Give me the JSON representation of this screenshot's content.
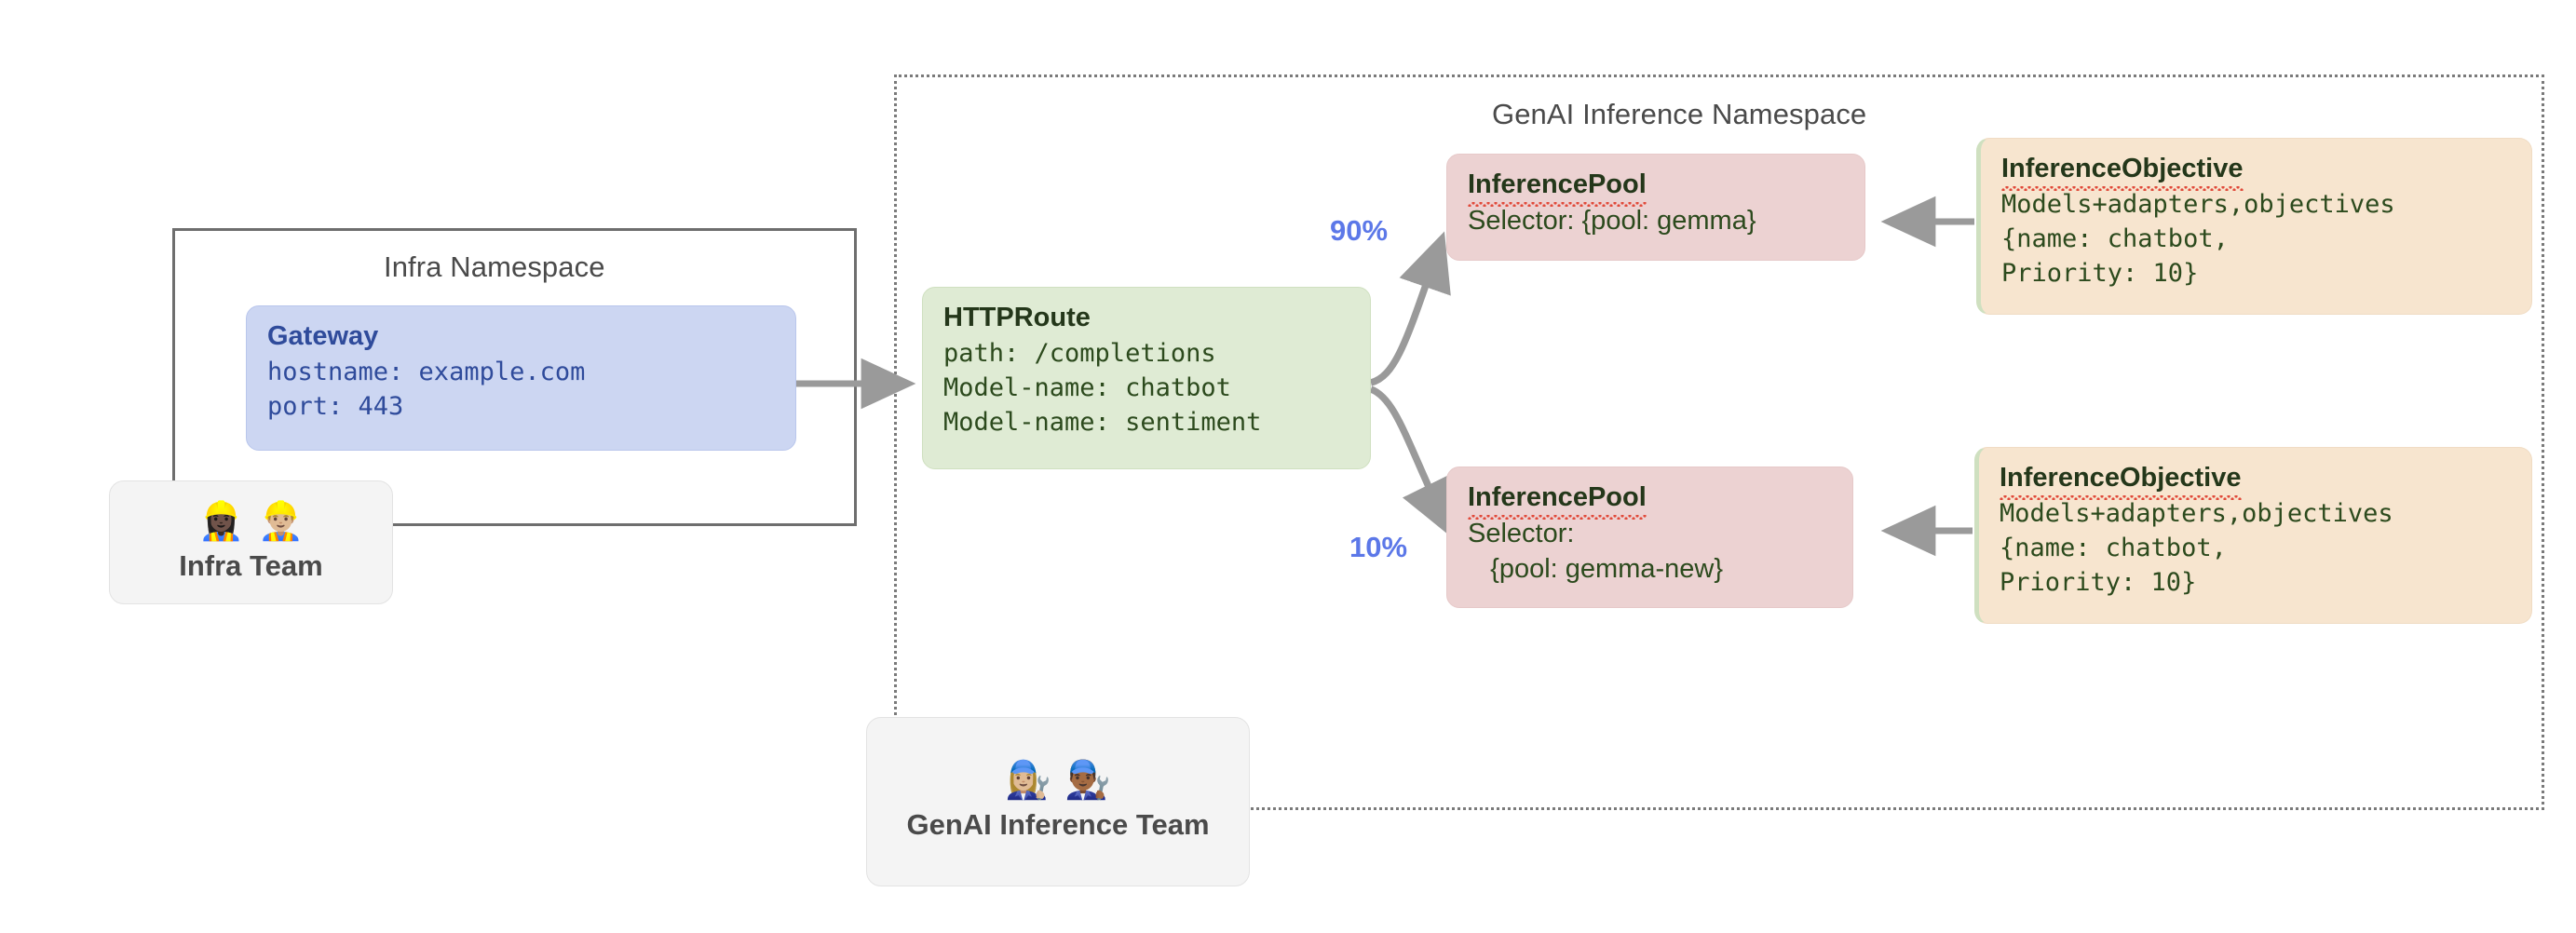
{
  "diagram": {
    "namespaces": [
      {
        "id": "infra",
        "title": "Infra Namespace",
        "border": "solid"
      },
      {
        "id": "genai",
        "title": "GenAI Inference Namespace",
        "border": "dotted"
      }
    ],
    "gateway": {
      "title": "Gateway",
      "lines": [
        "hostname: example.com",
        "port: 443"
      ],
      "fill": "#ccd6f2",
      "text_color": "#2f4b9b"
    },
    "httproute": {
      "title": "HTTPRoute",
      "lines": [
        "path: /completions",
        "Model-name: chatbot",
        "Model-name: sentiment"
      ],
      "fill": "#dfebd4",
      "text_color": "#2c4a1d"
    },
    "pools": [
      {
        "id": "pool-gemma",
        "title": "InferencePool",
        "lines": [
          "Selector: {pool: gemma}"
        ],
        "weight": "90%",
        "fill": "#ecd2d2",
        "text_color": "#2c4a1d"
      },
      {
        "id": "pool-gemma-new",
        "title": "InferencePool",
        "lines": [
          "Selector:",
          "   {pool: gemma-new}"
        ],
        "weight": "10%",
        "fill": "#ecd2d2",
        "text_color": "#2c4a1d"
      }
    ],
    "objectives": [
      {
        "id": "objective-top",
        "title": "InferenceObjective",
        "lines": [
          "Models+adapters,objectives",
          "{name: chatbot,",
          "Priority: 10}"
        ],
        "fill": "#f7e5cf",
        "text_color": "#2c4a1d"
      },
      {
        "id": "objective-bottom",
        "title": "InferenceObjective",
        "lines": [
          "Models+adapters,objectives",
          "{name: chatbot,",
          "Priority: 10}"
        ],
        "fill": "#f7e5cf",
        "text_color": "#2c4a1d"
      }
    ],
    "teams": [
      {
        "id": "infra-team",
        "label": "Infra Team",
        "emojis": "👷🏿‍♀️👷🏼‍♂️",
        "icon_names": [
          "construction-worker-woman-icon",
          "construction-worker-man-icon"
        ]
      },
      {
        "id": "genai-team",
        "label": "GenAI Inference Team",
        "emojis": "👩🏼‍🔧👨🏾‍🔧",
        "icon_names": [
          "mechanic-woman-icon",
          "mechanic-man-icon"
        ]
      }
    ],
    "colors": {
      "arrow": "#9a9a9a",
      "weight_text": "#5c78e8",
      "namespace_border": "#7a7a7a",
      "namespace_title": "#4a4a4a"
    }
  }
}
